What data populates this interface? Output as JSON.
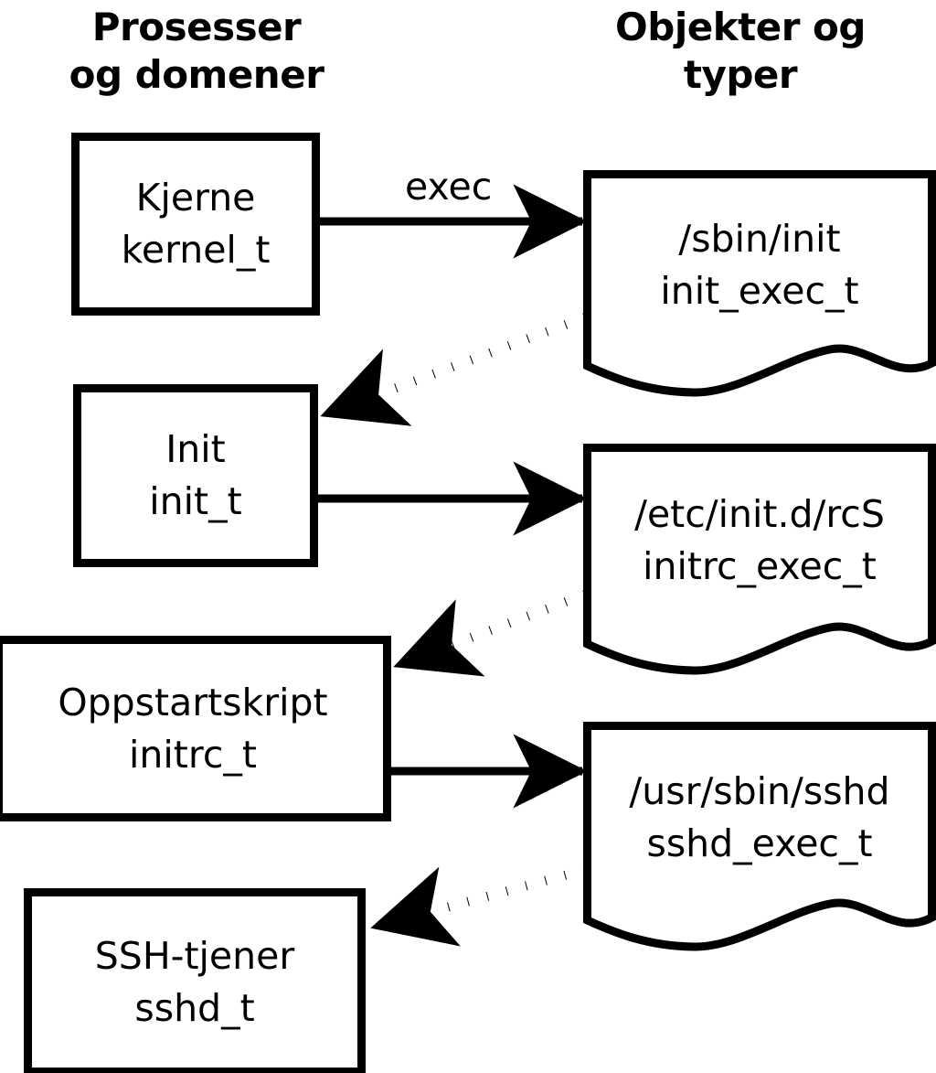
{
  "headers": {
    "left": "Prosesser\nog domener",
    "right": "Objekter og\ntyper"
  },
  "processes": [
    {
      "id": "kernel",
      "title": "Kjerne",
      "type": "kernel_t"
    },
    {
      "id": "init",
      "title": "Init",
      "type": "init_t"
    },
    {
      "id": "initrc",
      "title": "Oppstartskript",
      "type": "initrc_t"
    },
    {
      "id": "sshd",
      "title": "SSH-tjener",
      "type": "sshd_t"
    }
  ],
  "objects": [
    {
      "id": "init_exec",
      "path": "/sbin/init",
      "type": "init_exec_t"
    },
    {
      "id": "initrc_exec",
      "path": "/etc/init.d/rcS",
      "type": "initrc_exec_t"
    },
    {
      "id": "sshd_exec",
      "path": "/usr/sbin/sshd",
      "type": "sshd_exec_t"
    }
  ],
  "edges": {
    "exec_label": "exec"
  },
  "colors": {
    "stroke": "#000000",
    "background": "#ffffff"
  }
}
